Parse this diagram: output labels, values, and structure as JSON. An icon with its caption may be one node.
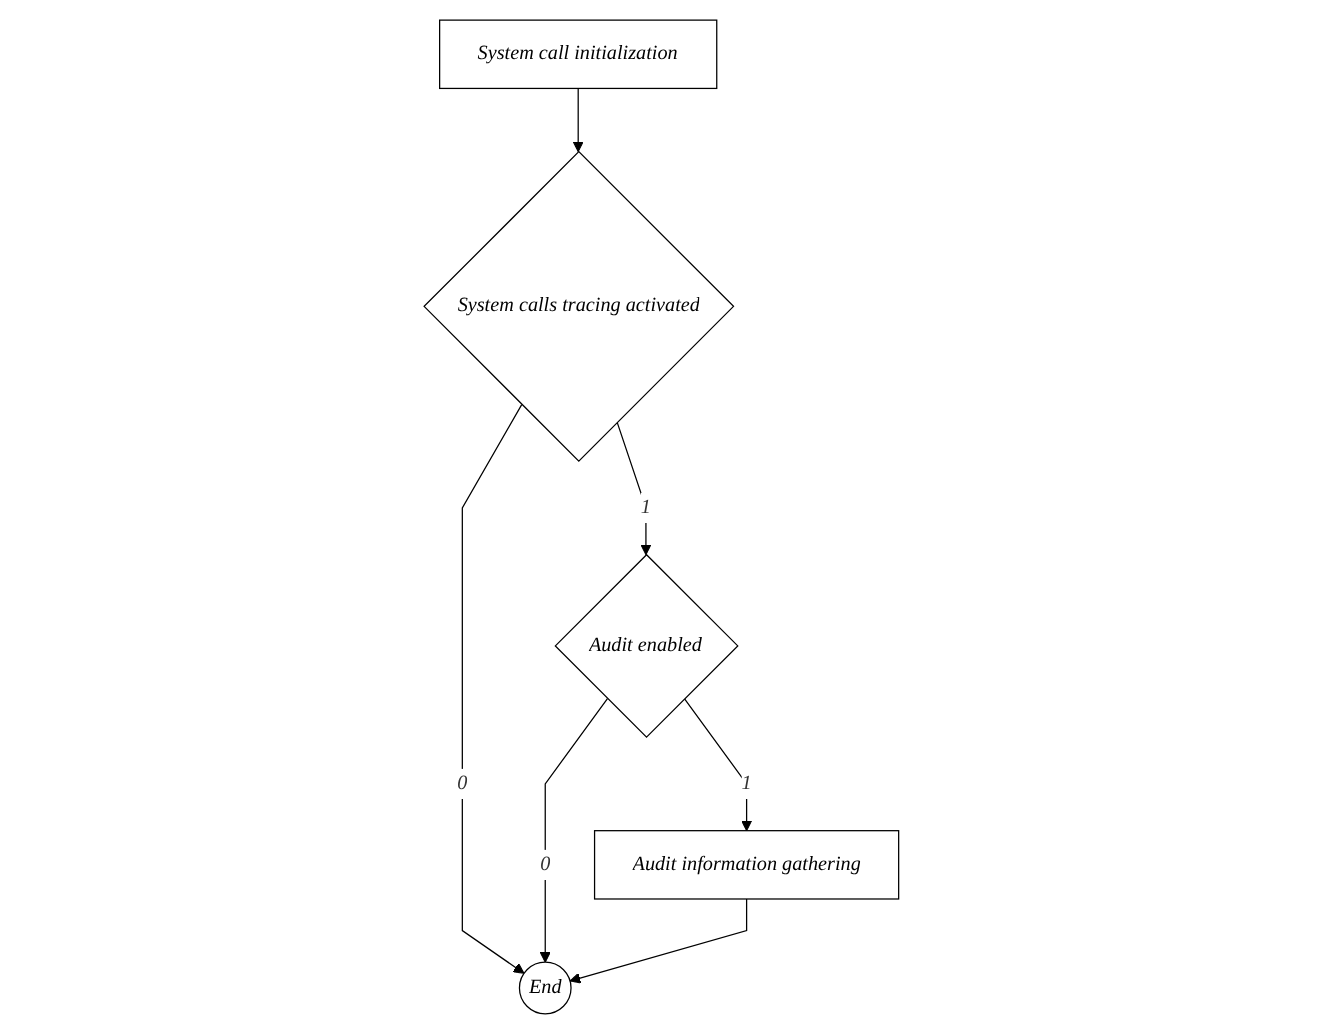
{
  "diagram": {
    "nodes": [
      {
        "text": [
          "System call initialization"
        ]
      },
      {
        "text": [
          "System calls tracing activated"
        ]
      },
      {
        "text": [
          "Audit enabled"
        ]
      },
      {
        "text": [
          "Audit information gathering"
        ]
      },
      {
        "text": [
          "End"
        ]
      }
    ],
    "edges": [
      {
        "from": 0,
        "to": 1,
        "arrow": "to"
      },
      {
        "from": 1,
        "to": 2,
        "arrow": "to",
        "label": "1"
      },
      {
        "from": 1,
        "to": 4,
        "arrow": "to",
        "label": "0"
      },
      {
        "from": 2,
        "to": 3,
        "arrow": "to",
        "label": "1"
      },
      {
        "from": 2,
        "to": 4,
        "arrow": "to",
        "label": "0"
      },
      {
        "from": 3,
        "to": 4,
        "arrow": "to"
      }
    ]
  }
}
